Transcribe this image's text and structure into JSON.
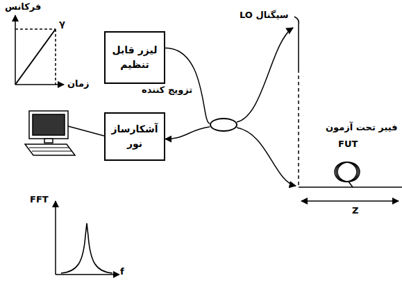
{
  "diagram": {
    "nodes": [
      {
        "text": [
          "لیزر قابل تنظیم"
        ]
      },
      {
        "text": [
          "آشکارساز نور"
        ]
      },
      {
        "text": [
          "تزویج کننده"
        ]
      }
    ],
    "edges": [
      {
        "from": 0,
        "to": 2,
        "arrow": "none"
      },
      {
        "from": 2,
        "to": 1,
        "arrow": "to"
      }
    ],
    "labels": [
      "فرکانس",
      "زمان",
      "γ",
      "سیگنال LO",
      "فیبر تحت آزمون",
      "FUT",
      "Z",
      "FFT",
      "f"
    ]
  }
}
